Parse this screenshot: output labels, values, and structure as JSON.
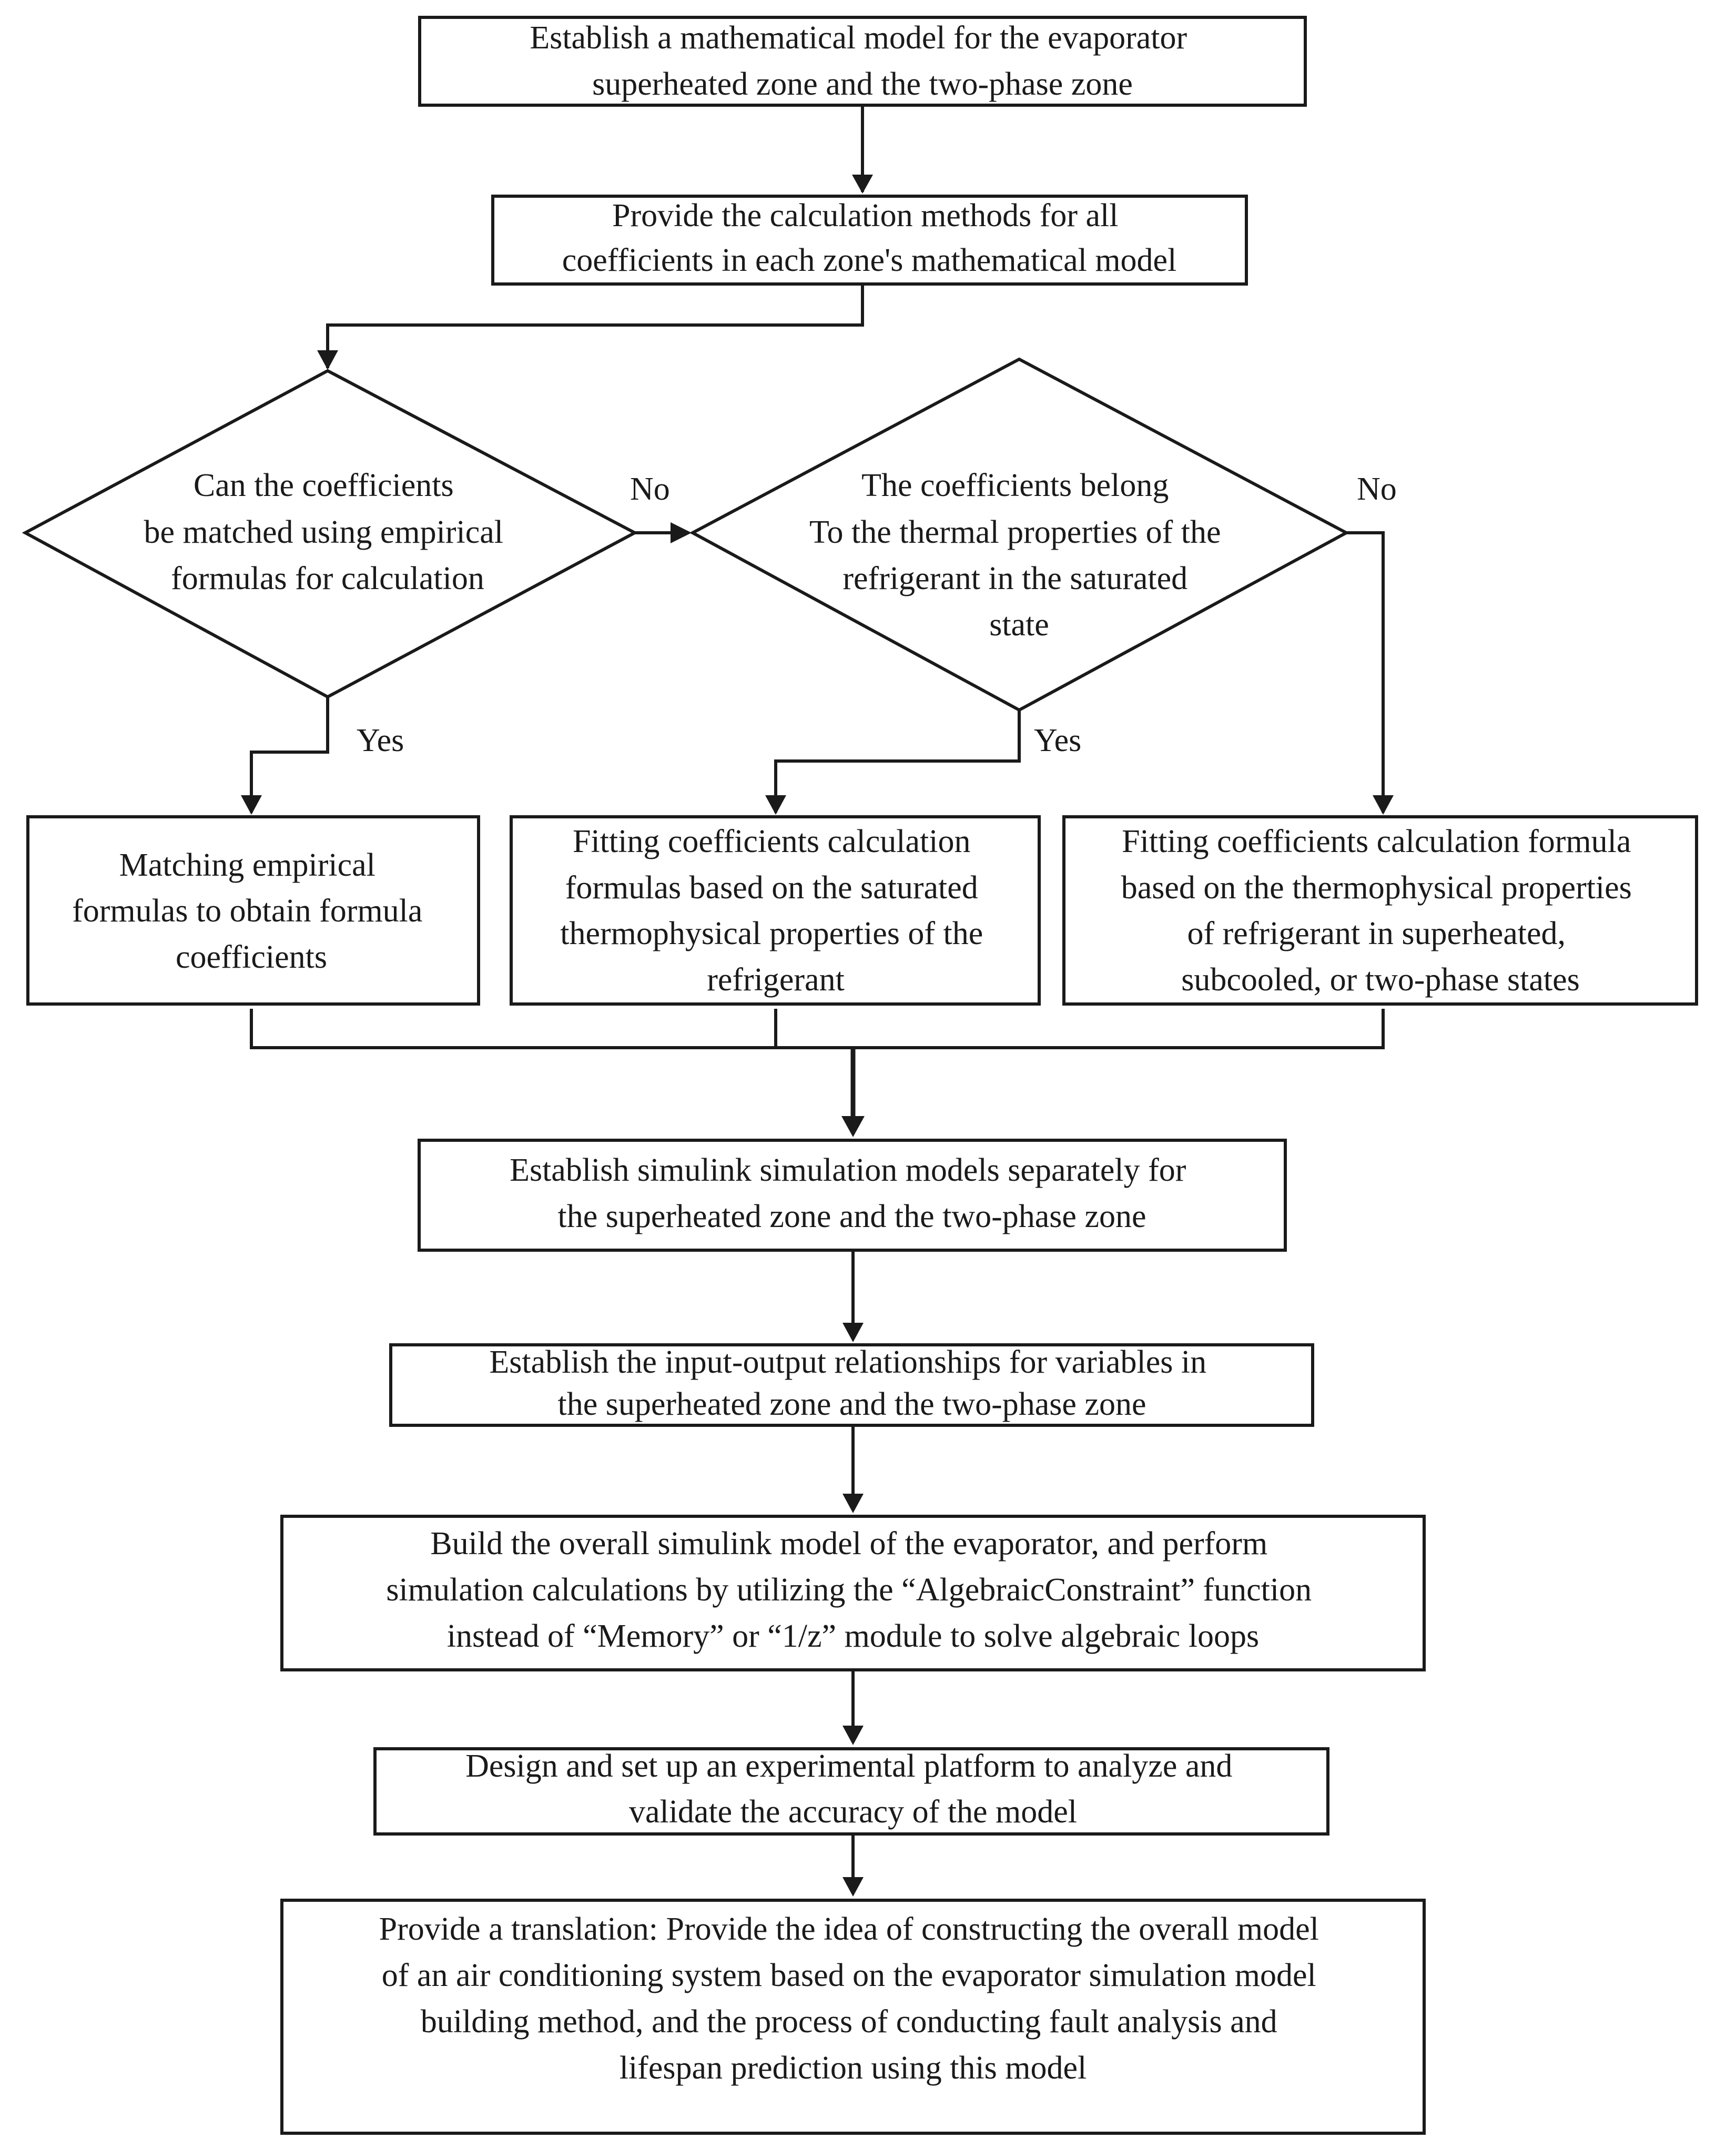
{
  "diagram": {
    "nodes": {
      "establish_model": [
        "Establish a mathematical model for the evaporator",
        "superheated zone and the two-phase zone"
      ],
      "provide_methods": [
        "Provide the calculation methods for all",
        "coefficients in each zone's mathematical model"
      ],
      "decision_empirical": [
        "Can the coefficients",
        "be matched using empirical",
        "formulas for calculation"
      ],
      "decision_saturated": [
        "The coefficients belong",
        "To the thermal properties of the",
        "refrigerant in the saturated",
        "state"
      ],
      "matching_empirical": [
        "Matching empirical",
        "formulas to obtain formula",
        "coefficients"
      ],
      "fitting_saturated": [
        "Fitting coefficients calculation",
        "formulas based on the saturated",
        "thermophysical properties of the",
        "refrigerant"
      ],
      "fitting_other_states": [
        "Fitting coefficients calculation formula",
        "based on the thermophysical properties",
        "of refrigerant in superheated,",
        "subcooled, or two-phase states"
      ],
      "simulink_separate": [
        "Establish simulink simulation models separately for",
        "the superheated zone and the two-phase zone"
      ],
      "io_relationships": [
        "Establish the input-output relationships for variables in",
        "the superheated zone and the two-phase zone"
      ],
      "overall_simulink": [
        "Build the overall simulink model of the evaporator, and perform",
        "simulation calculations by utilizing the “AlgebraicConstraint” function",
        "instead of “Memory” or “1/z” module to solve algebraic loops"
      ],
      "experimental_platform": [
        "Design and set up an experimental platform to analyze and",
        "validate the accuracy of the model"
      ],
      "translation": [
        "Provide a translation: Provide the idea of constructing the overall model",
        "of an air conditioning system based on the evaporator simulation model",
        "building method, and the process of conducting fault analysis and",
        "lifespan prediction using this model"
      ]
    },
    "edge_labels": {
      "no_1": "No",
      "no_2": "No",
      "yes_1": "Yes",
      "yes_2": "Yes"
    }
  }
}
